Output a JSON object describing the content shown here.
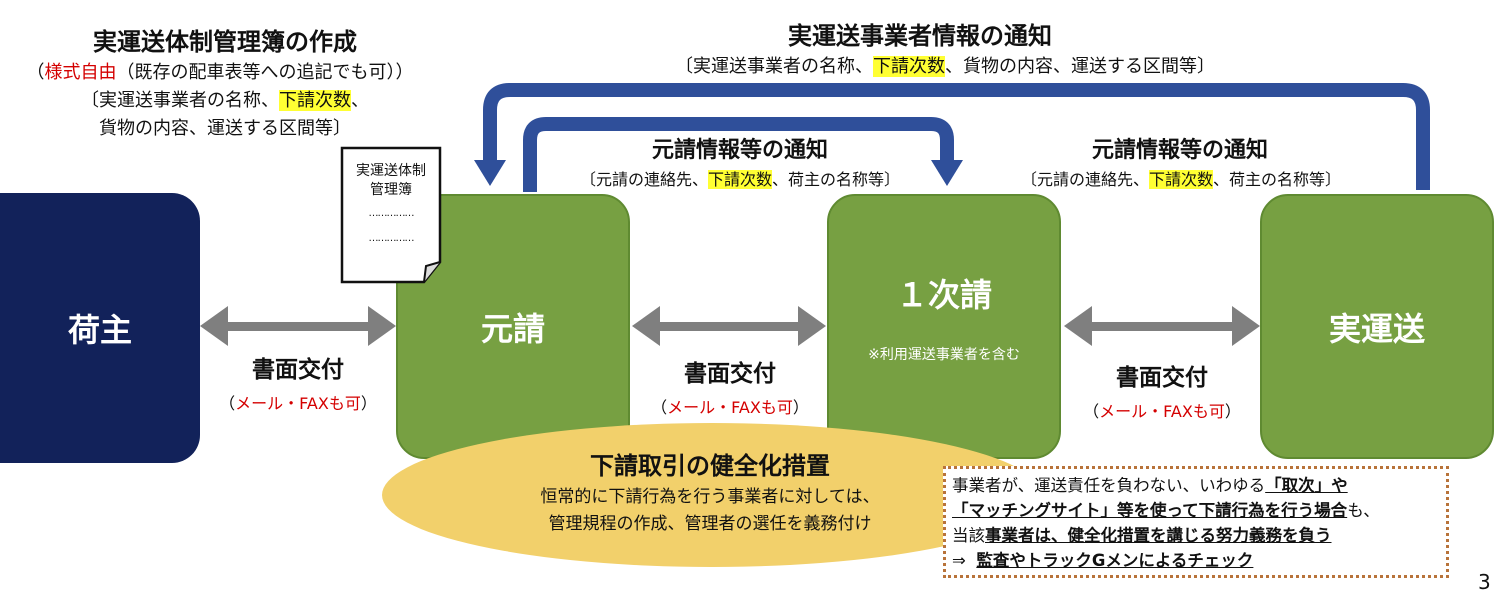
{
  "left_top": {
    "title": "実運送体制管理簿の作成",
    "line1_open": "（",
    "line1_red": "様式自由",
    "line1_rest": "（既存の配車表等への追記でも可））",
    "line2_a": "〔実運送事業者の名称、",
    "line2_hl": "下請次数",
    "line2_b": "、",
    "line3": "貨物の内容、運送する区間等〕"
  },
  "document_icon": {
    "line1": "実運送体制",
    "line2": "管理簿",
    "dots1": "……………",
    "dots2": "……………"
  },
  "top_notice": {
    "title": "実運送事業者情報の通知",
    "sub_a": "〔実運送事業者の名称、",
    "sub_hl": "下請次数",
    "sub_b": "、貨物の内容、運送する区間等〕"
  },
  "notice_left": {
    "title": "元請情報等の通知",
    "sub_a": "〔元請の連絡先、",
    "sub_hl": "下請次数",
    "sub_b": "、荷主の名称等〕"
  },
  "notice_right": {
    "title": "元請情報等の通知",
    "sub_a": "〔元請の連絡先、",
    "sub_hl": "下請次数",
    "sub_b": "、荷主の名称等〕"
  },
  "boxes": {
    "shipper": "荷主",
    "prime": "元請",
    "first": "１次請",
    "first_note": "※利用運送事業者を含む",
    "actual": "実運送"
  },
  "delivery": [
    {
      "title": "書面交付",
      "paren_open": "（",
      "note": "メール・FAXも可",
      "paren_close": "）"
    },
    {
      "title": "書面交付",
      "paren_open": "（",
      "note": "メール・FAXも可",
      "paren_close": "）"
    },
    {
      "title": "書面交付",
      "paren_open": "（",
      "note": "メール・FAXも可",
      "paren_close": "）"
    }
  ],
  "ellipse": {
    "title": "下請取引の健全化措置",
    "line1": "恒常的に下請行為を行う事業者に対しては、",
    "line2": "管理規程の作成、管理者の選任を義務付け"
  },
  "callout": {
    "l1_a": "事業者が、運送責任を負わない、いわゆる",
    "l1_b": "「取次」や",
    "l2_a": "「マッチングサイト」等を使って下請行為を行う場合",
    "l2_b": "も、",
    "l3_a": "当該",
    "l3_b": "事業者は、健全化措置を講じる努力義務を負う",
    "l4_a": "⇒",
    "l4_b": "監査やトラックGメンによるチェック"
  },
  "page_number": "3",
  "colors": {
    "navy": "#12225a",
    "green": "#77a042",
    "blue_arrow": "#2f4f9a",
    "gray_arrow": "#7f7f7f",
    "ellipse": "#f2d06b",
    "callout_border": "#b8733a",
    "highlight": "#ffff33",
    "red": "#d40000"
  }
}
